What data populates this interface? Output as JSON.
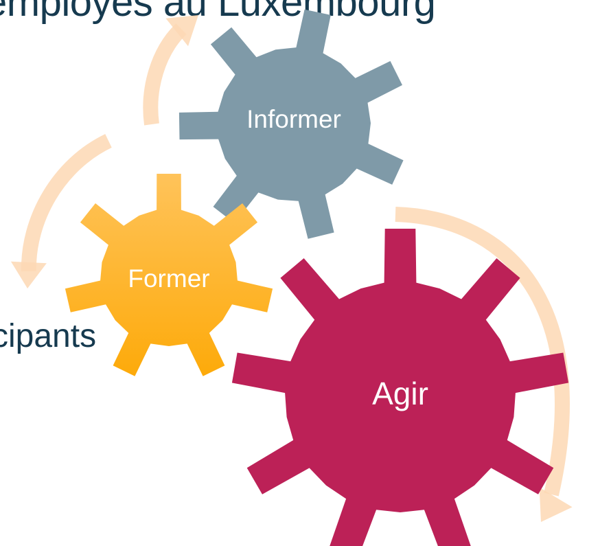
{
  "background_text": {
    "heading": "employés au Luxembourg",
    "fragment": "cipants"
  },
  "gears": [
    {
      "id": "informer",
      "label": "Informer",
      "color": "#7f9aa8"
    },
    {
      "id": "former",
      "label": "Former",
      "color_top": "#ffc35a",
      "color_bottom": "#fdaa0a"
    },
    {
      "id": "agir",
      "label": "Agir",
      "color": "#bc2157"
    }
  ],
  "cycle_arrows": {
    "color": "#fdd8b4"
  }
}
